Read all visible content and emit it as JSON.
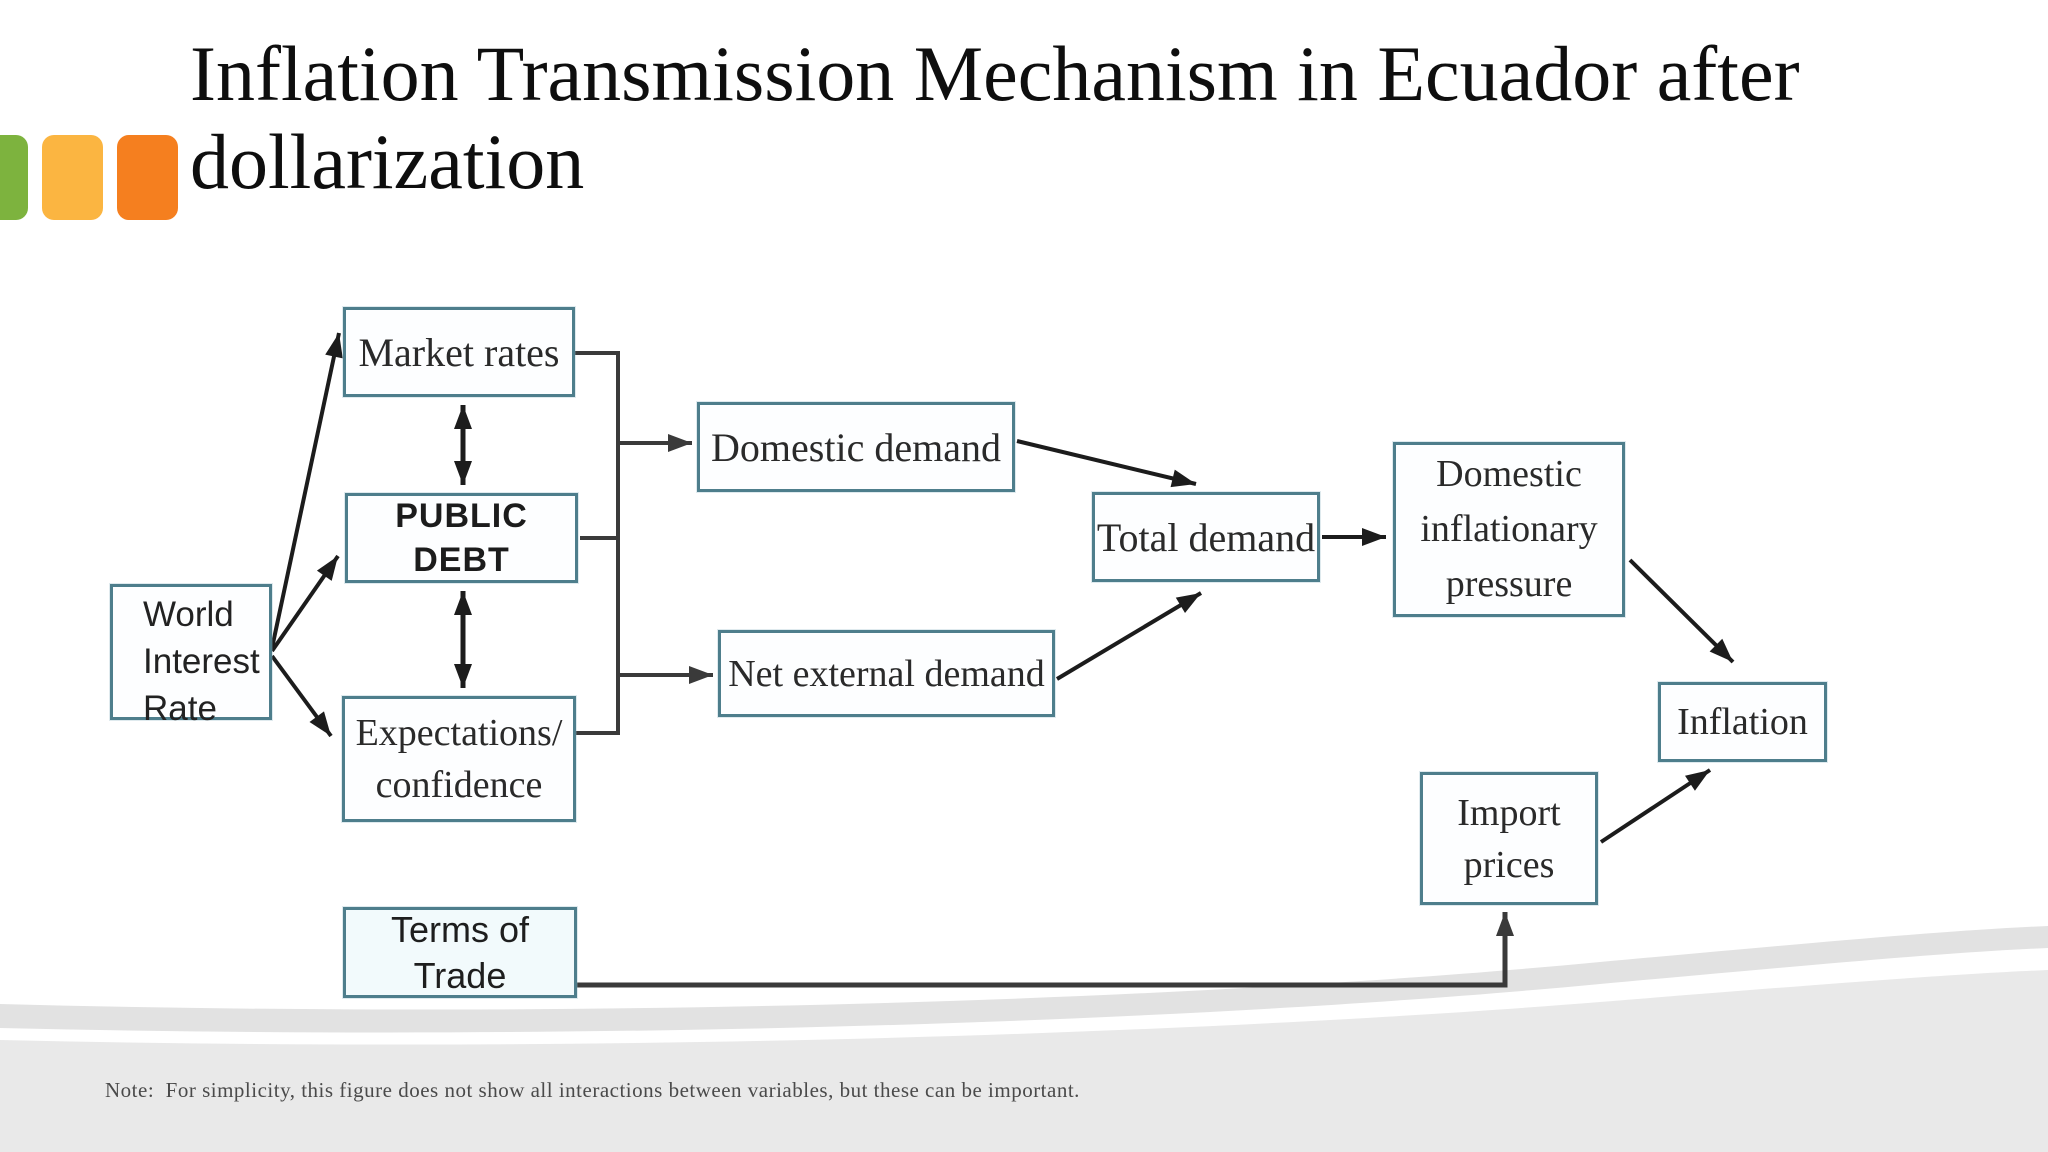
{
  "slide": {
    "title_lines": [
      "Inflation Transmission Mechanism in Ecuador after",
      "dollarization"
    ],
    "note": "Note:  For simplicity, this figure does not show all interactions between variables, but these can be important.",
    "accent_squares": [
      {
        "name": "green",
        "color": "#7db33e"
      },
      {
        "name": "yellow",
        "color": "#fbb541"
      },
      {
        "name": "orange",
        "color": "#f57f1f"
      }
    ]
  },
  "diagram": {
    "colors": {
      "box_border": "#4e7e8c",
      "arrow": "#1c1c1c",
      "connector": "#3a3a3a"
    },
    "boxes": [
      {
        "id": "market-rates",
        "label": "Market rates"
      },
      {
        "id": "public-debt",
        "label": "PUBLIC\nDEBT"
      },
      {
        "id": "world-interest-rate",
        "label": "World\nInterest\nRate"
      },
      {
        "id": "expectations-confidence",
        "label": "Expectations/\nconfidence"
      },
      {
        "id": "terms-of-trade",
        "label": "Terms of\nTrade"
      },
      {
        "id": "domestic-demand",
        "label": "Domestic demand"
      },
      {
        "id": "net-external-demand",
        "label": "Net external demand"
      },
      {
        "id": "total-demand",
        "label": "Total demand"
      },
      {
        "id": "domestic-inflationary-pressure",
        "label": "Domestic\ninflationary\npressure"
      },
      {
        "id": "inflation",
        "label": "Inflation"
      },
      {
        "id": "import-prices",
        "label": "Import\nprices"
      }
    ],
    "relations": [
      "world-interest-rate -> market-rates",
      "world-interest-rate -> public-debt",
      "world-interest-rate -> expectations-confidence",
      "market-rates <-> public-debt",
      "public-debt <-> expectations-confidence",
      "market-rates, public-debt, expectations-confidence -> domestic-demand",
      "market-rates, public-debt, expectations-confidence -> net-external-demand",
      "domestic-demand -> total-demand",
      "net-external-demand -> total-demand",
      "total-demand -> domestic-inflationary-pressure",
      "domestic-inflationary-pressure -> inflation",
      "import-prices -> inflation",
      "terms-of-trade -> import-prices"
    ]
  }
}
